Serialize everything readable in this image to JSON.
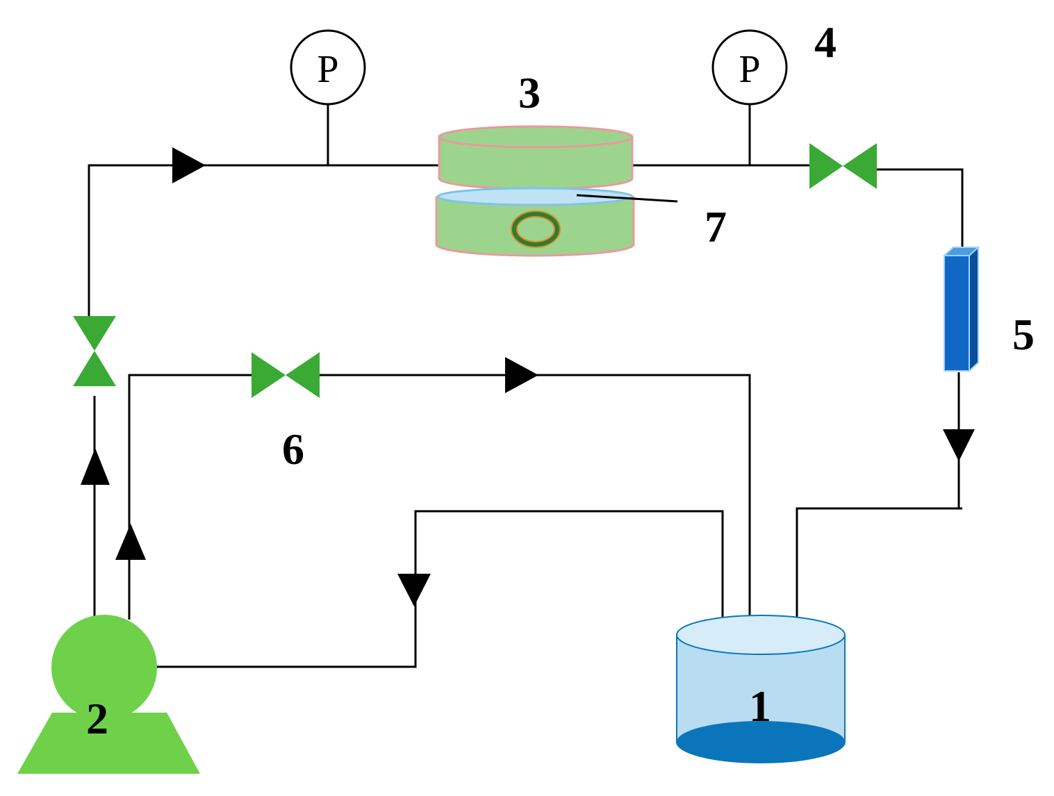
{
  "labels": {
    "reservoir": "1",
    "pump": "2",
    "membrane_cell": "3",
    "pressure_gauge": "4",
    "flowmeter": "5",
    "valve": "6",
    "membrane": "7"
  },
  "gauges": {
    "inlet_letter": "P",
    "outlet_letter": "P"
  },
  "colors": {
    "line": "#000000",
    "pump": "#6fd14a",
    "valve": "#3aaa35",
    "cell_fill": "#9cd48e",
    "cell_stroke": "#e79b9b",
    "membrane": "#bfe3f5",
    "oring_outer": "#2e7d32",
    "oring_inner": "#e08a2a",
    "tank_body": "#b8dcf0",
    "tank_top": "#d6ecf9",
    "tank_bottom": "#0a75bb",
    "flowmeter": "#1068c4"
  }
}
